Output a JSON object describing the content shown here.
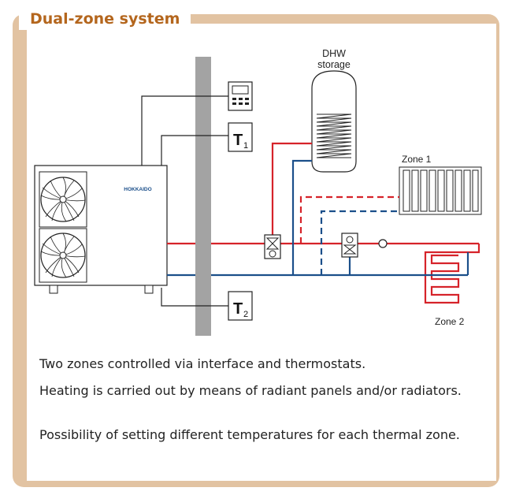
{
  "title": "Dual-zone system",
  "labels": {
    "dhw_line1": "DHW",
    "dhw_line2": "storage",
    "zone1": "Zone 1",
    "zone2": "Zone 2",
    "brand": "HOKKAIDO",
    "t1_main": "T",
    "t1_sub": "1",
    "t2_main": "T",
    "t2_sub": "2"
  },
  "description": [
    "Two zones controlled via interface and thermostats.",
    "Heating is carried out by means of radiant panels and/or radiators.",
    "Possibility of setting different temperatures for each thermal zone."
  ],
  "colors": {
    "frame": "#e2c3a2",
    "title": "#b4661d",
    "hot": "#d6232a",
    "cold": "#1b4f8a",
    "wall": "#a3a3a3"
  }
}
